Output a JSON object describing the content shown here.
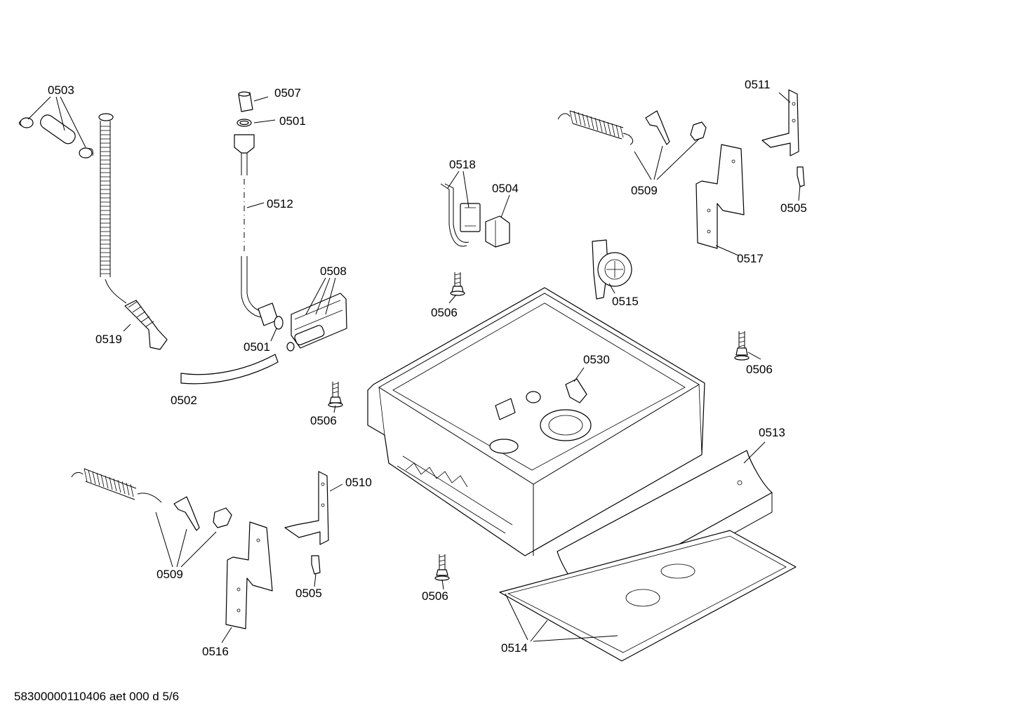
{
  "labels": {
    "p0503": "0503",
    "p0507": "0507",
    "p0501a": "0501",
    "p0512": "0512",
    "p0508": "0508",
    "p0519": "0519",
    "p0501b": "0501",
    "p0502": "0502",
    "p0518": "0518",
    "p0504": "0504",
    "p0506a": "0506",
    "p0506b": "0506",
    "p0506c": "0506",
    "p0506d": "0506",
    "p0509a": "0509",
    "p0509b": "0509",
    "p0511": "0511",
    "p0505a": "0505",
    "p0505b": "0505",
    "p0517": "0517",
    "p0515": "0515",
    "p0530": "0530",
    "p0513": "0513",
    "p0510": "0510",
    "p0514": "0514",
    "p0516": "0516"
  },
  "footer": {
    "doc_code": "58300000110406 aet 000 d 5/6"
  }
}
